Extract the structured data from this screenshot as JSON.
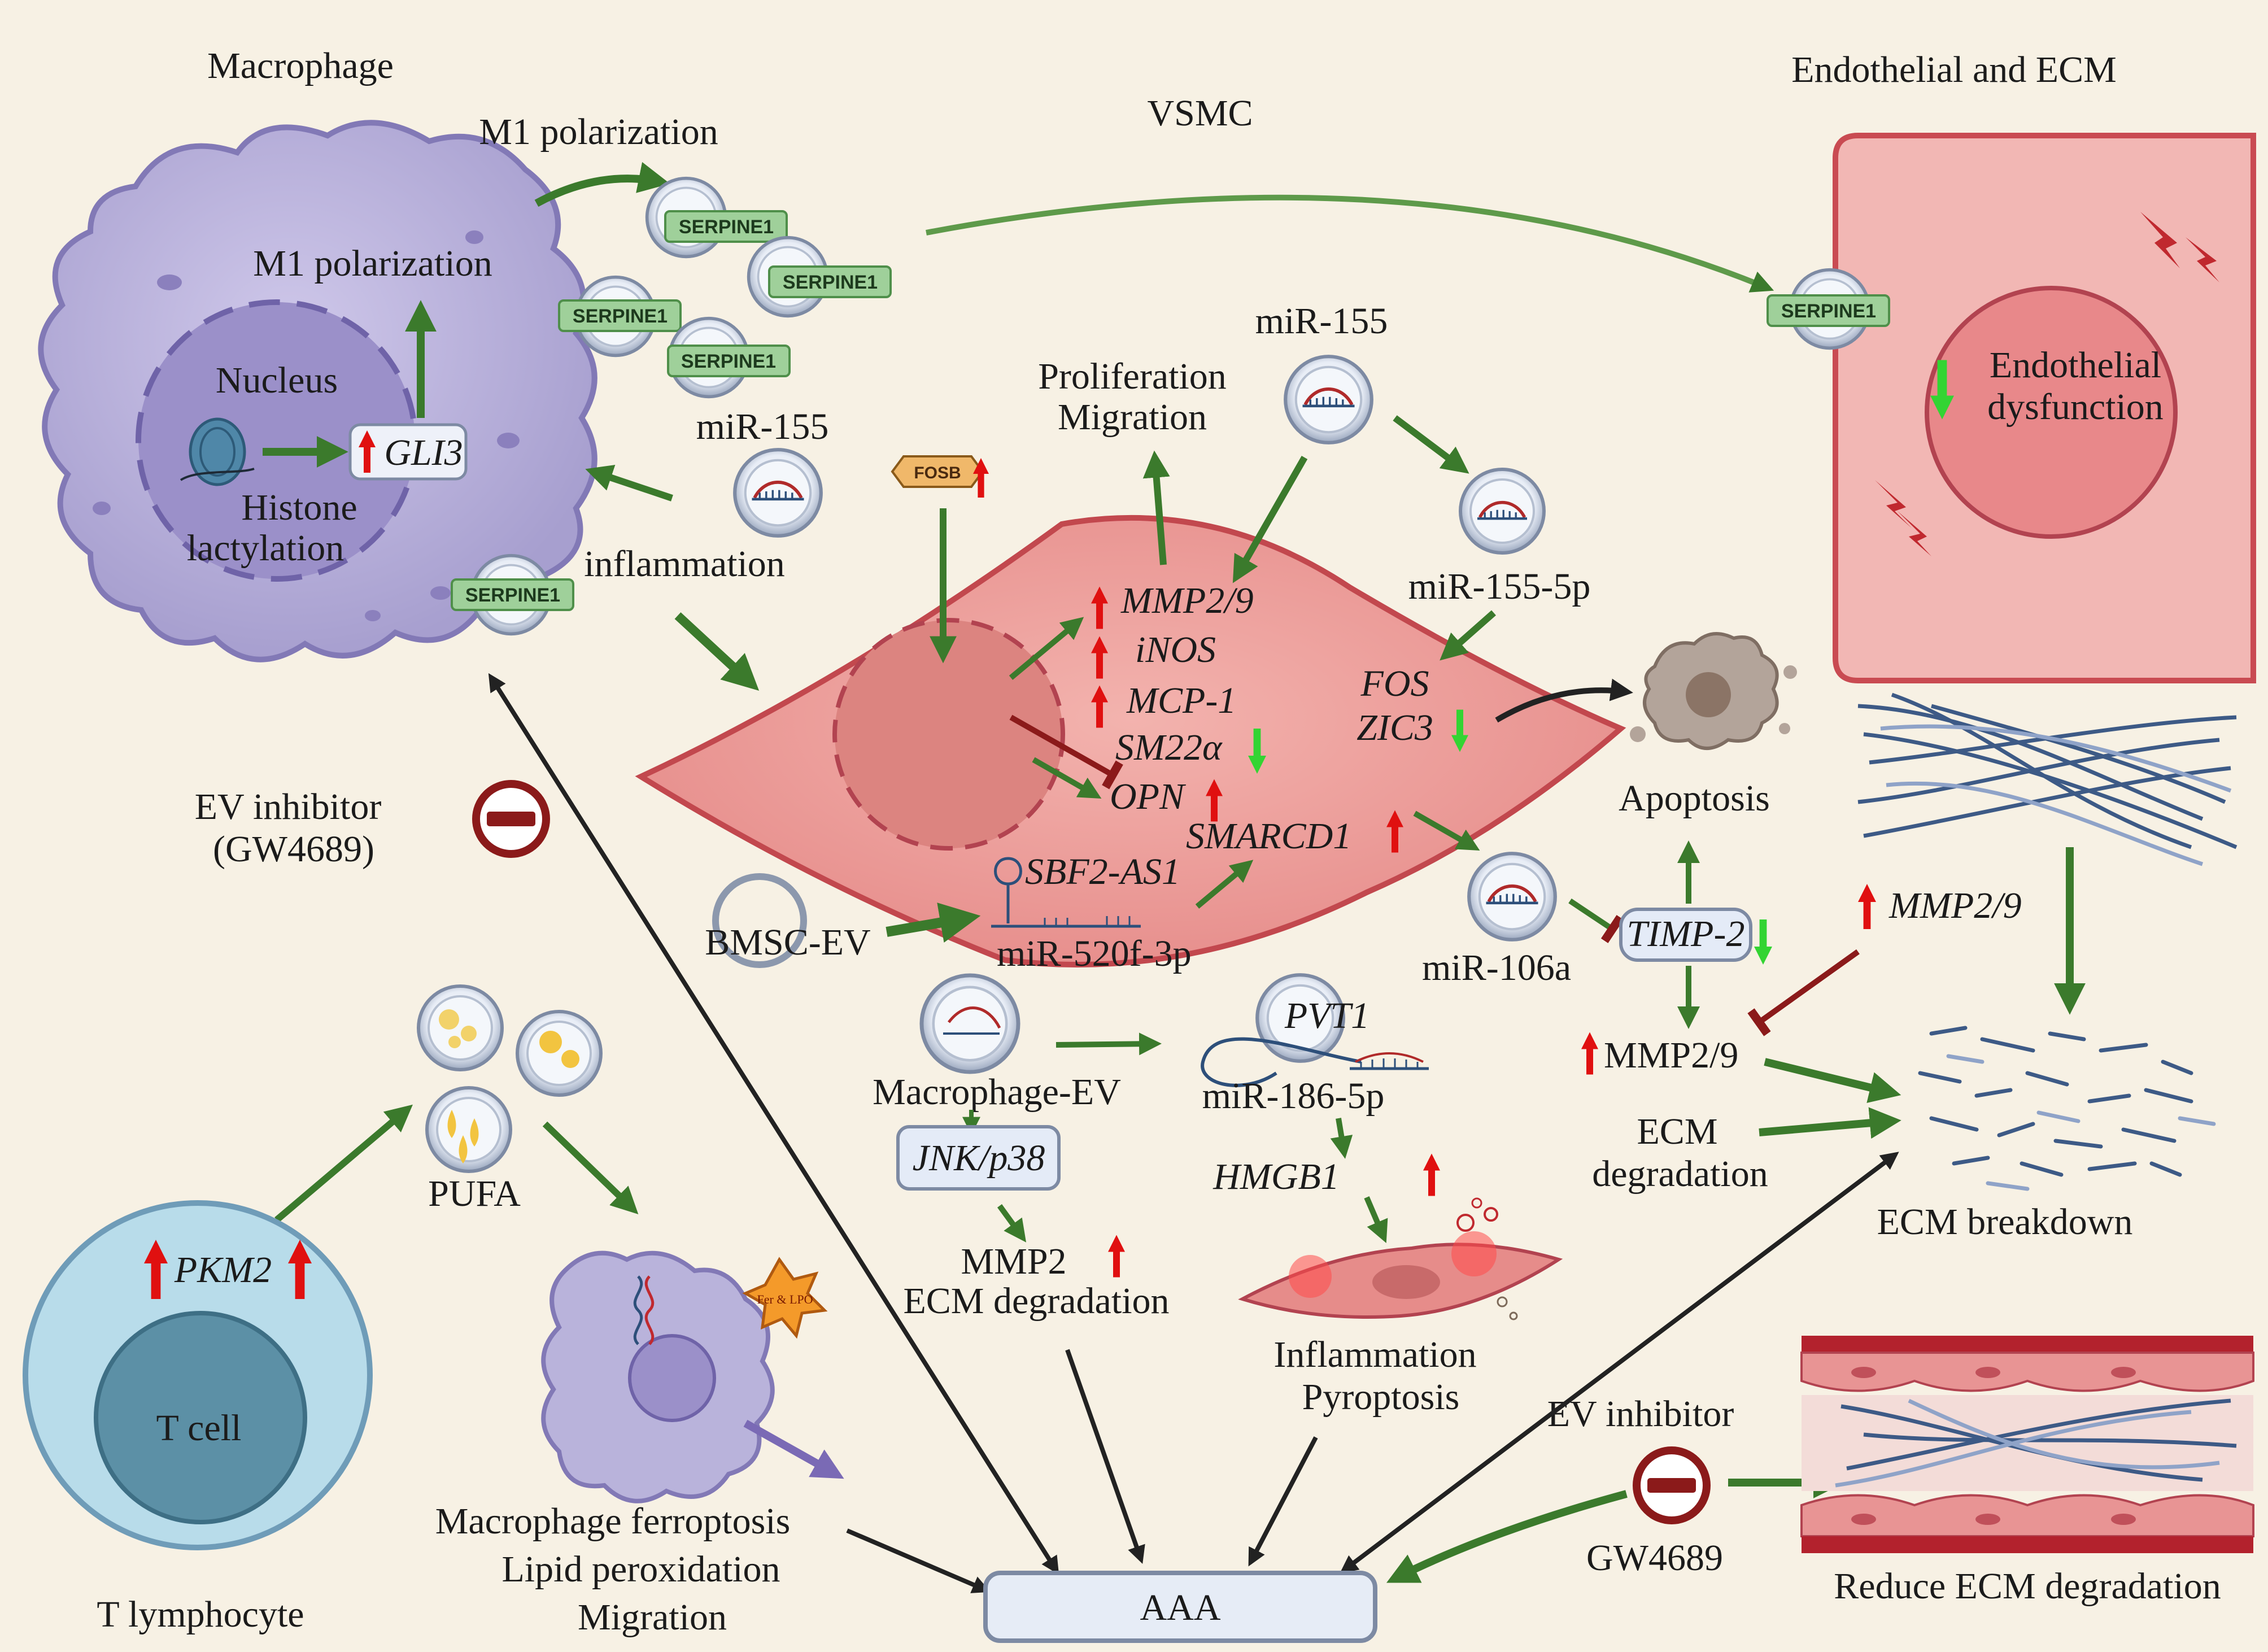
{
  "colors": {
    "background": "#f7f1e4",
    "activation_arrow": "#3b7a2c",
    "inhibition": "#8b1a1a",
    "up_arrow": "#e01010",
    "down_arrow": "#33d433",
    "macrophage": "#b9b3db",
    "vsmc": "#eea5a2",
    "endothelial": "#f0b6b4",
    "t_cell": "#b9dbe8",
    "serpine_tag": "#9fd09a"
  },
  "regions": {
    "macrophage": "Macrophage",
    "vsmc": "VSMC",
    "endothelial_ecm": "Endothelial and ECM",
    "t_lymphocyte": "T lymphocyte"
  },
  "macrophage": {
    "m1_polarization_top": "M1 polarization",
    "m1_polarization_inner": "M1 polarization",
    "nucleus": "Nucleus",
    "gli3": "GLI3",
    "histone_line1": "Histone",
    "histone_line2": "lactylation",
    "mir155": "miR-155",
    "inflammation": "inflammation"
  },
  "serpine": "SERPINE1",
  "endothelial": {
    "line1": "Endothelial",
    "line2": "dysfunction"
  },
  "vsmc": {
    "prolif_line1": "Proliferation",
    "prolif_line2": "Migration",
    "mir155": "miR-155",
    "mir155_5p": "miR-155-5p",
    "fos": "FOS",
    "zic3": "ZIC3",
    "fosb": "FOSB",
    "mmp29": "MMP2/9",
    "inos": "iNOS",
    "mcp1": "MCP-1",
    "sm22a": "SM22α",
    "opn": "OPN",
    "smarcd1": "SMARCD1",
    "sbf2": "SBF2-AS1",
    "mir520": "miR-520f-3p",
    "bmsc_ev": "BMSC-EV",
    "mir106a": "miR-106a",
    "timp2": "TIMP-2"
  },
  "apoptosis": "Apoptosis",
  "ecm": {
    "mmp29_right": "MMP2/9",
    "mmp29_low": "MMP2/9",
    "degradation_line1": "ECM",
    "degradation_line2": "degradation",
    "breakdown": "ECM breakdown"
  },
  "ev_inhibitor_left": {
    "line1": "EV inhibitor",
    "line2": "(GW4689)"
  },
  "macrophage_ev": {
    "label": "Macrophage-EV",
    "jnk": "JNK/p38",
    "mmp2": "MMP2",
    "ecm_degradation": "ECM degradation"
  },
  "pvt1": {
    "pvt1": "PVT1",
    "mir186": "miR-186-5p",
    "hmgb1": "HMGB1",
    "line1": "Inflammation",
    "line2": "Pyroptosis"
  },
  "pufa": {
    "label": "PUFA",
    "fer": "Fer & LPO",
    "line1": "Macrophage ferroptosis",
    "line2": "Lipid peroxidation",
    "line3": "Migration"
  },
  "tcell": {
    "pkm2": "PKM2",
    "label": "T cell"
  },
  "ev_inhibitor_right": {
    "label": "EV inhibitor",
    "drug": "GW4689",
    "reduce": "Reduce ECM degradation"
  },
  "aaa": "AAA"
}
